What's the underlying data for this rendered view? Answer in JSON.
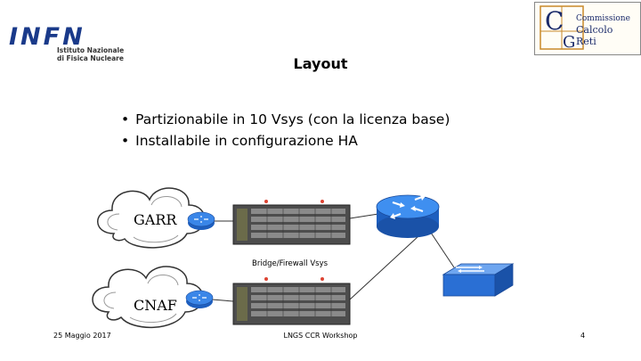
{
  "logos": {
    "infn": {
      "word": "INFN",
      "line1": "Istituto Nazionale",
      "line2": "di Fisica Nucleare"
    },
    "ccr": {
      "words": [
        "Commissione",
        "Calcolo",
        "Reti"
      ]
    }
  },
  "slide": {
    "title": "Layout",
    "bullets": [
      "Partizionabile in 10 Vsys (con la licenza base)",
      "Installabile in configurazione HA"
    ]
  },
  "diagram": {
    "cloud_top_label": "GARR",
    "cloud_bottom_label": "CNAF",
    "device_label": "Bridge/Firewall Vsys",
    "icons": [
      "cloud-icon",
      "router-icon",
      "firewall-appliance-icon",
      "switch-icon"
    ],
    "colors": {
      "router": "#2a6fd4",
      "switch": "#3a7de0",
      "appliance": "#5a5a5a"
    }
  },
  "footer": {
    "date": "25 Maggio 2017",
    "event": "LNGS CCR Workshop",
    "page": "4"
  }
}
